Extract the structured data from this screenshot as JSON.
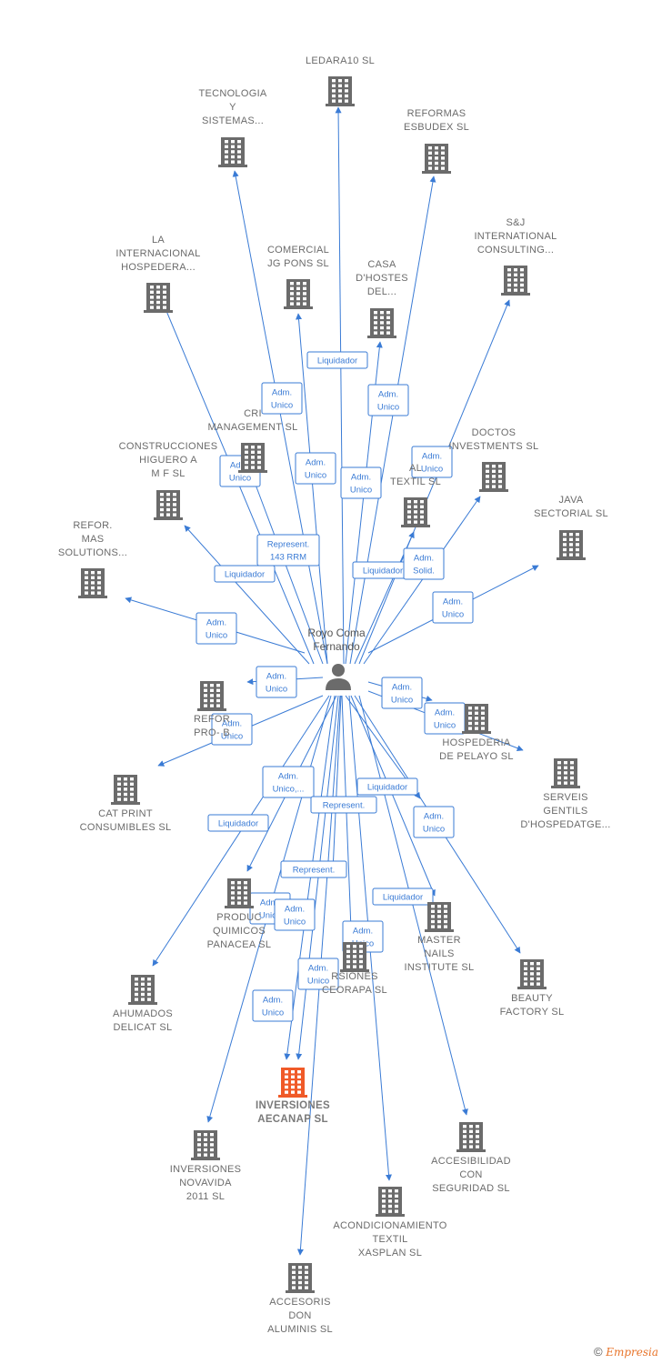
{
  "colors": {
    "edge": "#3a7bd5",
    "building": "#6b6b6b",
    "highlight": "#f05a28"
  },
  "center": {
    "name_lines": [
      "Royo Coma",
      "Fernando"
    ],
    "icon": "person-icon"
  },
  "footer": {
    "copyright": "©",
    "brand": "Empresia"
  },
  "companies": [
    {
      "id": "ledara10",
      "lines": [
        "LEDARA10 SL"
      ]
    },
    {
      "id": "tecnologia",
      "lines": [
        "TECNOLOGIA",
        "Y",
        "SISTEMAS..."
      ]
    },
    {
      "id": "reformas-esbudex",
      "lines": [
        "REFORMAS",
        "ESBUDEX  SL"
      ]
    },
    {
      "id": "sj-international",
      "lines": [
        "S&J",
        "INTERNATIONAL",
        "CONSULTING..."
      ]
    },
    {
      "id": "la-internacional",
      "lines": [
        "LA",
        "INTERNACIONAL",
        "HOSPEDERA..."
      ]
    },
    {
      "id": "comercial-jg-pons",
      "lines": [
        "COMERCIAL",
        "JG PONS  SL"
      ]
    },
    {
      "id": "casa-dhostes",
      "lines": [
        "CASA",
        "D'HOSTES",
        "DEL..."
      ]
    },
    {
      "id": "cri-management",
      "lines": [
        "CRI",
        "MANAGEMENT SL"
      ]
    },
    {
      "id": "construcciones-higuero",
      "lines": [
        "CONSTRUCCIONES",
        "HIGUERO A",
        "M F SL"
      ]
    },
    {
      "id": "doctos-investments",
      "lines": [
        "DOCTOS",
        "INVESTMENTS SL"
      ]
    },
    {
      "id": "al-textil",
      "lines": [
        "AL",
        "TEXTIL SL"
      ]
    },
    {
      "id": "java-sectorial",
      "lines": [
        "JAVA",
        "SECTORIAL SL"
      ]
    },
    {
      "id": "refor-mas",
      "lines": [
        "REFOR.",
        "MAS",
        "SOLUTIONS..."
      ]
    },
    {
      "id": "refor-pro",
      "lines": [
        "REFOR",
        "PRO- B"
      ]
    },
    {
      "id": "hospederia-pelayo",
      "lines": [
        "HOSPEDERIA",
        "DE PELAYO  SL"
      ]
    },
    {
      "id": "serveis-gentils",
      "lines": [
        "SERVEIS",
        "GENTILS",
        "D'HOSPEDATGE..."
      ]
    },
    {
      "id": "cat-print",
      "lines": [
        "CAT PRINT",
        "CONSUMIBLES SL"
      ]
    },
    {
      "id": "productos-quimicos",
      "lines": [
        "PRODUC",
        "QUIMICOS",
        "PANACEA  SL"
      ]
    },
    {
      "id": "master-nails",
      "lines": [
        "MASTER",
        "NAILS",
        "INSTITUTE SL"
      ]
    },
    {
      "id": "inversiones-ceorapa",
      "lines": [
        "RSIONES",
        "CEORAPA  SL"
      ]
    },
    {
      "id": "beauty-factory",
      "lines": [
        "BEAUTY",
        "FACTORY  SL"
      ]
    },
    {
      "id": "ahumados-delicat",
      "lines": [
        "AHUMADOS",
        "DELICAT SL"
      ]
    },
    {
      "id": "inversiones-aecanap",
      "lines": [
        "INVERSIONES",
        "AECANAP  SL"
      ],
      "highlight": true
    },
    {
      "id": "inversiones-novavida",
      "lines": [
        "INVERSIONES",
        "NOVAVIDA",
        "2011 SL"
      ]
    },
    {
      "id": "accesibilidad",
      "lines": [
        "ACCESIBILIDAD",
        "CON",
        "SEGURIDAD SL"
      ]
    },
    {
      "id": "acondicionamiento",
      "lines": [
        "ACONDICIONAMIENTO",
        "TEXTIL",
        "XASPLAN SL"
      ]
    },
    {
      "id": "accesoris-don",
      "lines": [
        "ACCESORIS",
        "DON",
        "ALUMINIS SL"
      ]
    }
  ],
  "edges": [
    {
      "lines": [
        "Liquidador"
      ]
    },
    {
      "lines": [
        "Adm.",
        "Unico"
      ]
    },
    {
      "lines": [
        "Adm.",
        "Unico"
      ]
    },
    {
      "lines": [
        "Adm.",
        "Unico"
      ]
    },
    {
      "lines": [
        "Adm.",
        "Unico"
      ]
    },
    {
      "lines": [
        "Adm.",
        "Unico"
      ]
    },
    {
      "lines": [
        "Adm.",
        "Unico"
      ]
    },
    {
      "lines": [
        "Represent.",
        "143 RRM"
      ]
    },
    {
      "lines": [
        "Liquidador"
      ]
    },
    {
      "lines": [
        "Liquidador"
      ]
    },
    {
      "lines": [
        "Adm.",
        "Solid."
      ]
    },
    {
      "lines": [
        "Adm.",
        "Unico"
      ]
    },
    {
      "lines": [
        "Adm.",
        "Unico"
      ]
    },
    {
      "lines": [
        "Adm.",
        "Unico"
      ]
    },
    {
      "lines": [
        "Adm.",
        "Unico"
      ]
    },
    {
      "lines": [
        "Adm.",
        "Unico"
      ]
    },
    {
      "lines": [
        "Adm.",
        "Unico"
      ]
    },
    {
      "lines": [
        "Adm.",
        "Unico,..."
      ]
    },
    {
      "lines": [
        "Liquidador"
      ]
    },
    {
      "lines": [
        "Represent."
      ]
    },
    {
      "lines": [
        "Liquidador"
      ]
    },
    {
      "lines": [
        "Adm.",
        "Unico"
      ]
    },
    {
      "lines": [
        "Represent."
      ]
    },
    {
      "lines": [
        "Adm.",
        "Unico"
      ]
    },
    {
      "lines": [
        "Adm.",
        "Unico"
      ]
    },
    {
      "lines": [
        "Liquidador"
      ]
    },
    {
      "lines": [
        "Adm.",
        "Unico"
      ]
    },
    {
      "lines": [
        "Adm.",
        "Unico"
      ]
    },
    {
      "lines": [
        "Adm.",
        "Unico"
      ]
    }
  ]
}
